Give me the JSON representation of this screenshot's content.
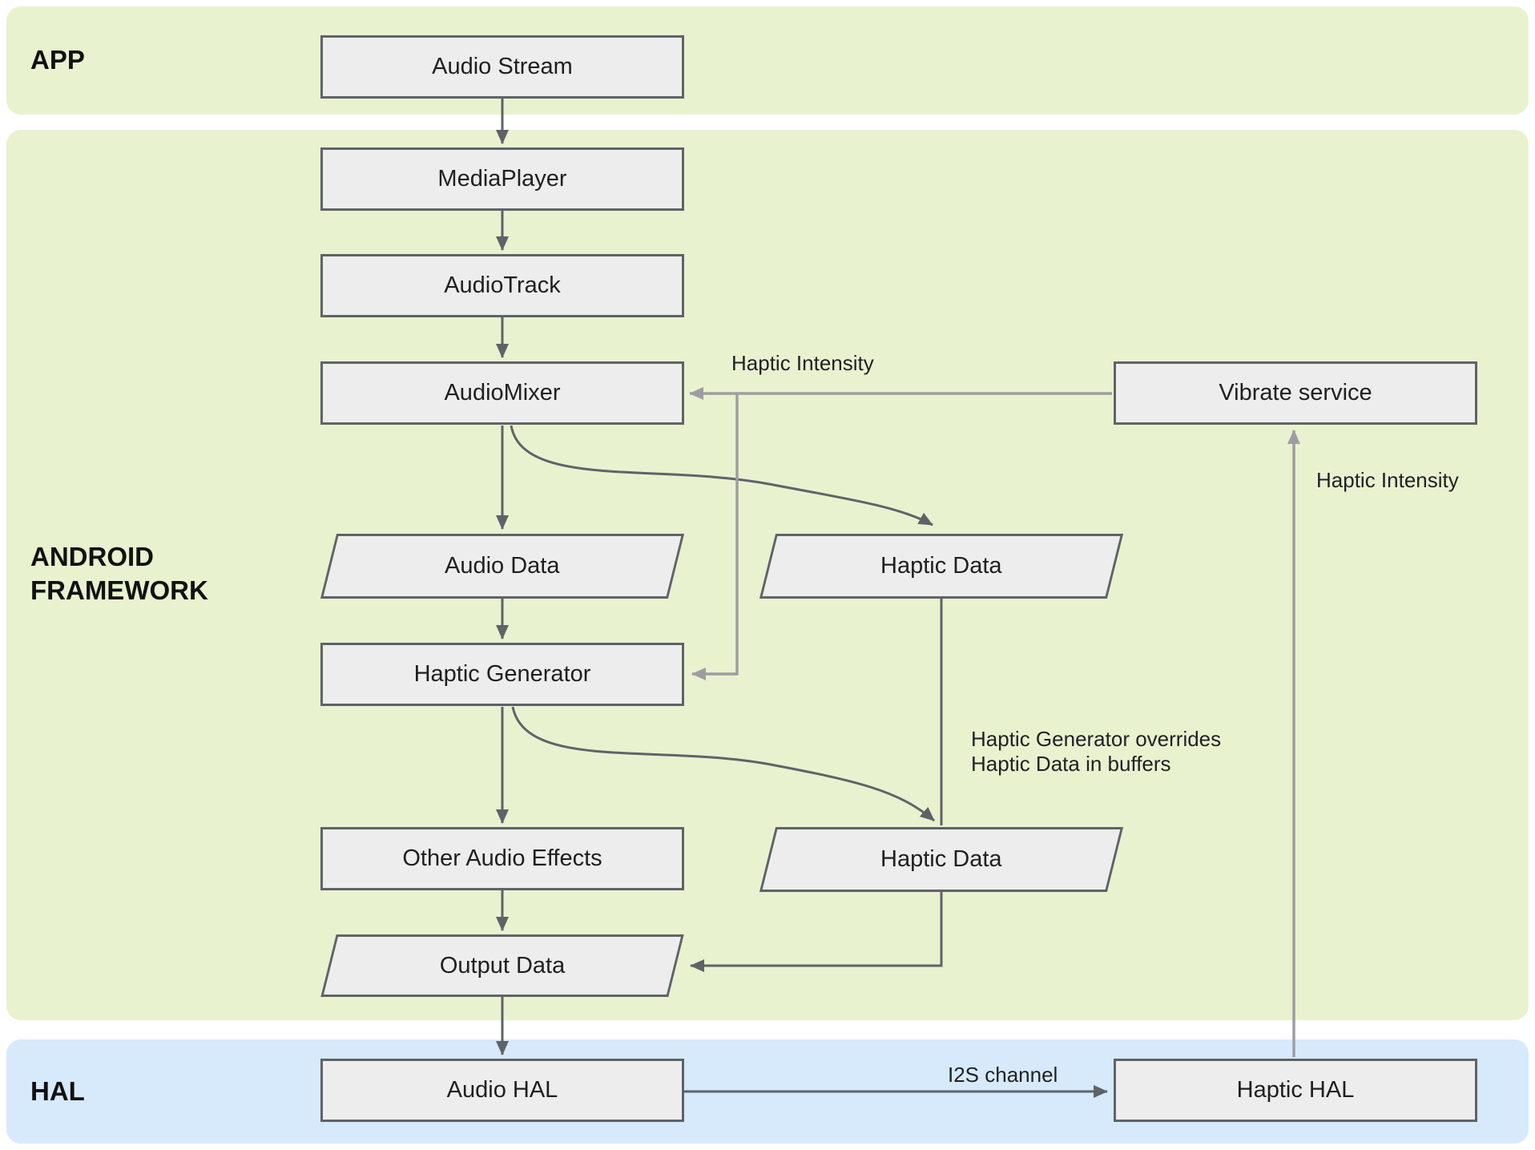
{
  "bands": {
    "app": {
      "label": "APP"
    },
    "framework": {
      "label": "ANDROID\nFRAMEWORK"
    },
    "hal": {
      "label": "HAL"
    }
  },
  "nodes": {
    "audio_stream": "Audio Stream",
    "media_player": "MediaPlayer",
    "audio_track": "AudioTrack",
    "audio_mixer": "AudioMixer",
    "vibrate_service": "Vibrate service",
    "audio_data": "Audio Data",
    "haptic_data_1": "Haptic Data",
    "haptic_generator": "Haptic Generator",
    "other_audio_effects": "Other Audio Effects",
    "haptic_data_2": "Haptic Data",
    "output_data": "Output Data",
    "audio_hal": "Audio HAL",
    "haptic_hal": "Haptic HAL"
  },
  "edge_labels": {
    "haptic_intensity_to_mixer": "Haptic Intensity",
    "haptic_intensity_to_vibrate": "Haptic Intensity",
    "override_note": "Haptic Generator overrides\nHaptic Data in buffers",
    "i2s_channel": "I2S channel"
  },
  "colors": {
    "band_green": "#e9f2cf",
    "band_blue": "#d6eafc",
    "node_fill": "#ededed",
    "node_border": "#5f6368",
    "edge_dark": "#5f6368",
    "edge_gray": "#9e9ea2",
    "text": "#1f1f1f"
  }
}
